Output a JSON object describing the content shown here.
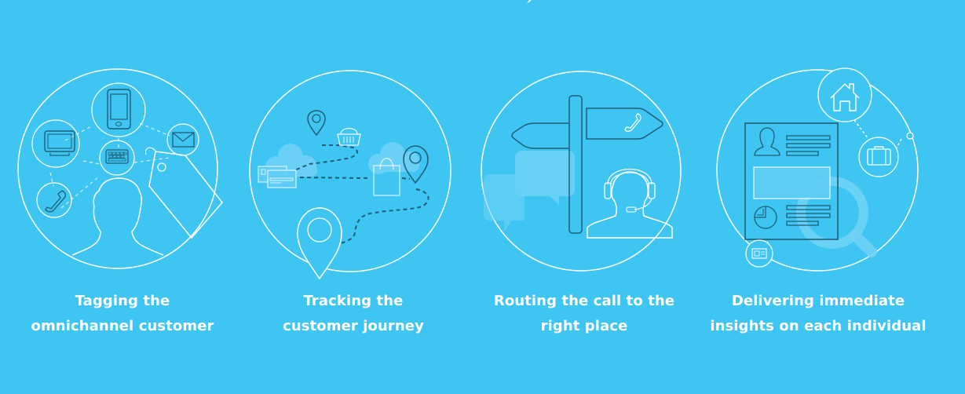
{
  "colors": {
    "background": "#3ec5f2",
    "line_white": "#ffffff",
    "line_dark": "#1f5f79",
    "soft_fill": "#72d3f6"
  },
  "features": [
    {
      "id": "tagging",
      "illustration": "omnichannel-customer-icon",
      "caption_line1": "Tagging the",
      "caption_line2": "omnichannel customer"
    },
    {
      "id": "tracking",
      "illustration": "customer-journey-map-icon",
      "caption_line1": "Tracking the",
      "caption_line2": "customer journey"
    },
    {
      "id": "routing",
      "illustration": "signpost-agent-icon",
      "caption_line1": "Routing the call to the",
      "caption_line2": "right place"
    },
    {
      "id": "insights",
      "illustration": "profile-document-magnifier-icon",
      "caption_line1": "Delivering immediate",
      "caption_line2": "insights on each individual"
    }
  ]
}
